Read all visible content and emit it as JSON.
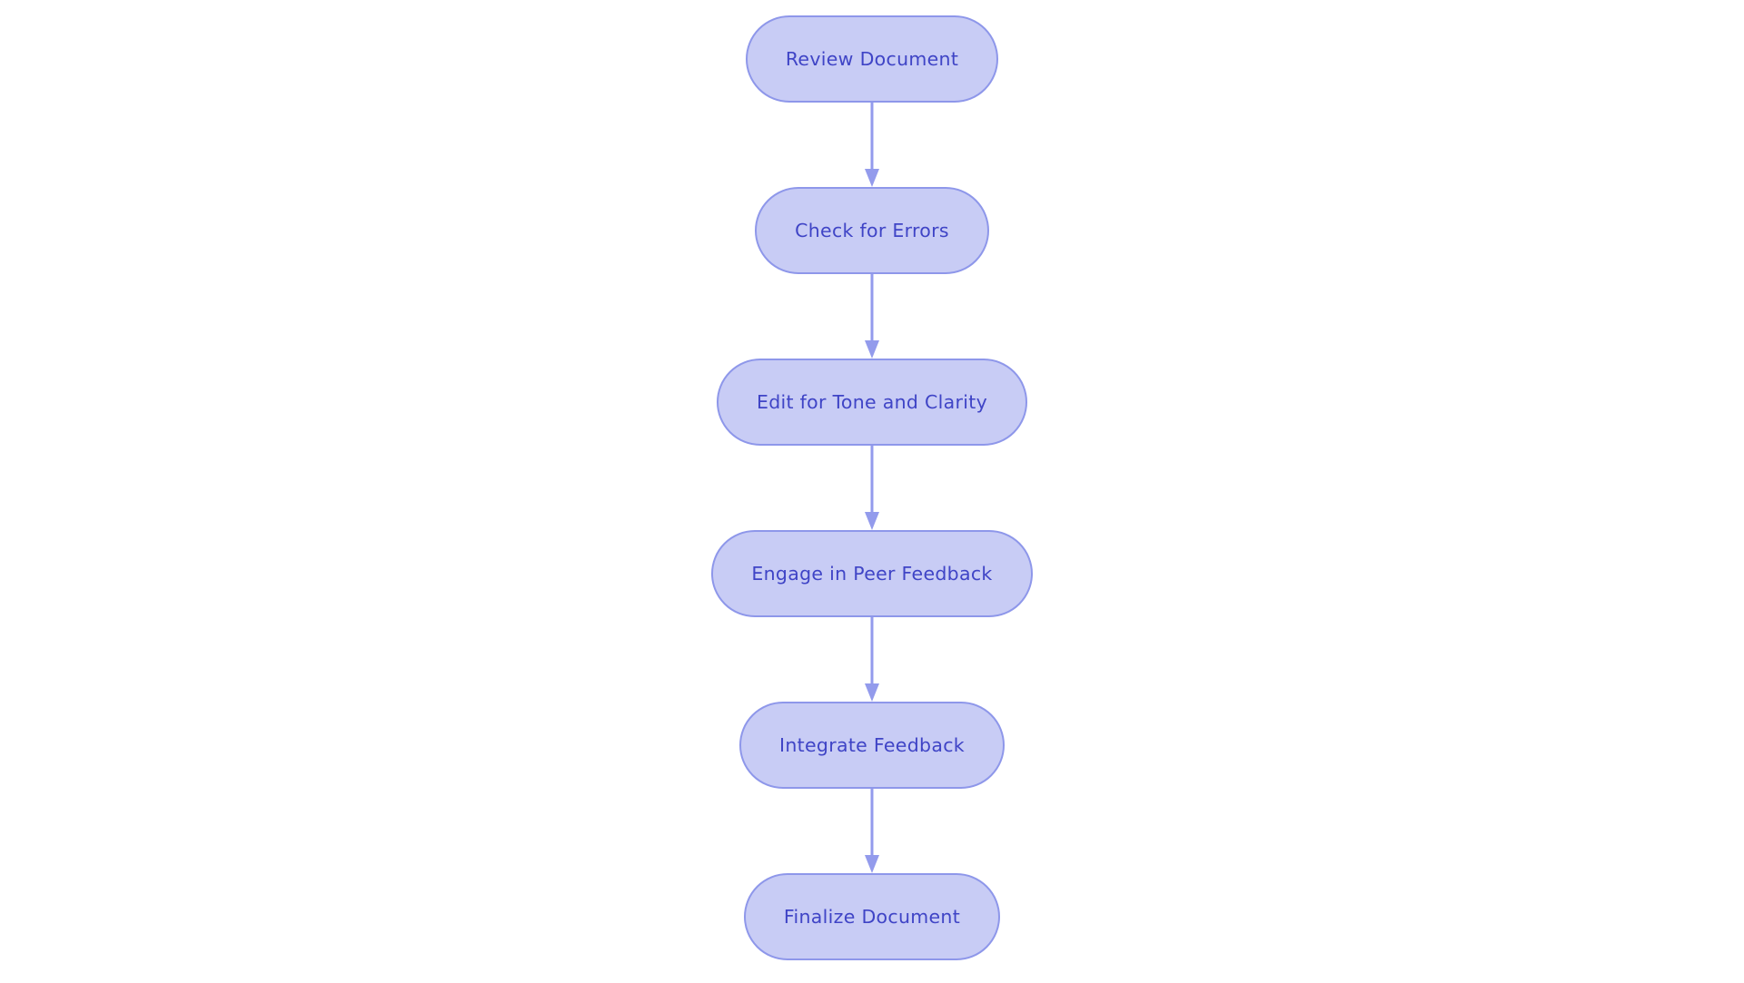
{
  "flowchart": {
    "direction": "top-down",
    "nodes": [
      {
        "id": "review-document",
        "label": "Review Document"
      },
      {
        "id": "check-for-errors",
        "label": "Check for Errors"
      },
      {
        "id": "edit-for-tone-and-clarity",
        "label": "Edit for Tone and Clarity"
      },
      {
        "id": "engage-in-peer-feedback",
        "label": "Engage in Peer Feedback"
      },
      {
        "id": "integrate-feedback",
        "label": "Integrate Feedback"
      },
      {
        "id": "finalize-document",
        "label": "Finalize Document"
      }
    ],
    "edges": [
      {
        "from": "review-document",
        "to": "check-for-errors"
      },
      {
        "from": "check-for-errors",
        "to": "edit-for-tone-and-clarity"
      },
      {
        "from": "edit-for-tone-and-clarity",
        "to": "engage-in-peer-feedback"
      },
      {
        "from": "engage-in-peer-feedback",
        "to": "integrate-feedback"
      },
      {
        "from": "integrate-feedback",
        "to": "finalize-document"
      }
    ]
  },
  "colors": {
    "background": "#ffffff",
    "node_fill": "#c8ccf5",
    "node_border": "#8e97ea",
    "node_text": "#3f44c6",
    "arrow": "#939bec"
  }
}
